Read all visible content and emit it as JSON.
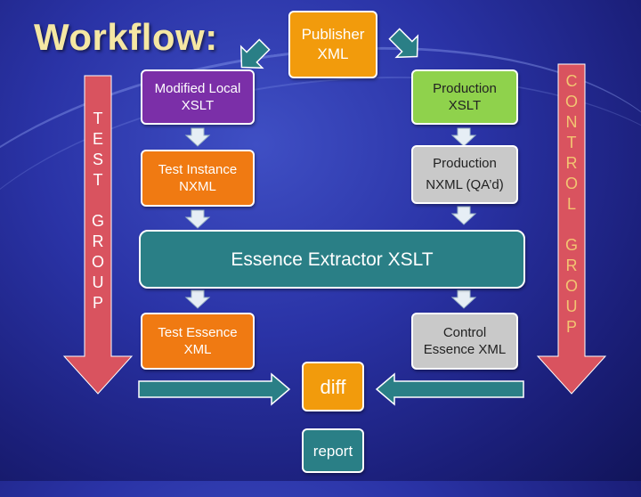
{
  "title": "Workflow:",
  "nodes": {
    "publisher_xml": "Publisher\nXML",
    "modified_local_xslt": "Modified Local\nXSLT",
    "production_xslt": "Production\nXSLT",
    "test_instance_nxml": "Test Instance\nNXML",
    "production_nxml": "Production\nNXML (QA’d)",
    "essence_extractor": "Essence Extractor XSLT",
    "test_essence_xml": "Test Essence\nXML",
    "control_essence_xml": "Control\nEssence XML",
    "diff": "diff",
    "report": "report"
  },
  "side_labels": {
    "test_group": "T\nE\nS\nT\n \nG\nR\nO\nU\nP",
    "control_group": "C\nO\nN\nT\nR\nO\nL\n \nG\nR\nO\nU\nP"
  },
  "colors": {
    "publisher": "#f29b0c",
    "modified_local": "#7b2fa8",
    "production_xslt": "#8fd24c",
    "orange_box": "#f07a12",
    "gray_box": "#c9c9c9",
    "essence_bar": "#2a7f86",
    "diff": "#f29b0c",
    "report": "#2a7f86",
    "side_arrow": "#d9535f",
    "teal_arrow": "#2a7f86"
  }
}
